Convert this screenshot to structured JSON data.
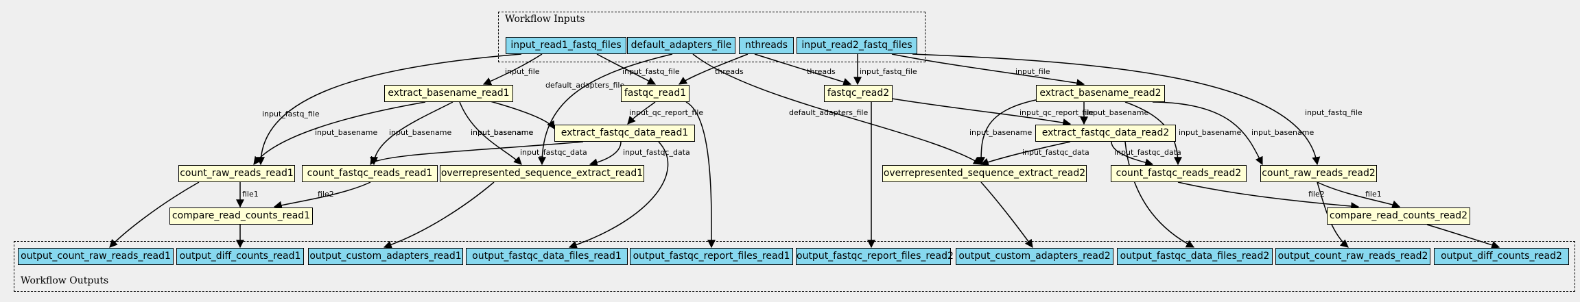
{
  "clusters": {
    "inputs_label": "Workflow Inputs",
    "outputs_label": "Workflow Outputs"
  },
  "colors": {
    "input_fill": "#87d8ef",
    "step_fill": "#ffffd5",
    "output_fill": "#87d8ef",
    "background": "#efefef"
  },
  "inputs": {
    "read1": "input_read1_fastq_files",
    "adapters": "default_adapters_file",
    "nthreads": "nthreads",
    "read2": "input_read2_fastq_files"
  },
  "steps": {
    "extract_basename_read1": "extract_basename_read1",
    "fastqc_read1": "fastqc_read1",
    "fastqc_read2": "fastqc_read2",
    "extract_basename_read2": "extract_basename_read2",
    "extract_fastqc_data_read1": "extract_fastqc_data_read1",
    "extract_fastqc_data_read2": "extract_fastqc_data_read2",
    "count_raw_reads_read1": "count_raw_reads_read1",
    "count_fastqc_reads_read1": "count_fastqc_reads_read1",
    "overrep_read1": "overrepresented_sequence_extract_read1",
    "overrep_read2": "overrepresented_sequence_extract_read2",
    "count_fastqc_reads_read2": "count_fastqc_reads_read2",
    "count_raw_reads_read2": "count_raw_reads_read2",
    "compare_read1": "compare_read_counts_read1",
    "compare_read2": "compare_read_counts_read2"
  },
  "outputs": {
    "count_raw_reads_read1": "output_count_raw_reads_read1",
    "diff_counts_read1": "output_diff_counts_read1",
    "custom_adapters_read1": "output_custom_adapters_read1",
    "fastqc_data_files_read1": "output_fastqc_data_files_read1",
    "fastqc_report_files_read1": "output_fastqc_report_files_read1",
    "fastqc_report_files_read2": "output_fastqc_report_files_read2",
    "custom_adapters_read2": "output_custom_adapters_read2",
    "fastqc_data_files_read2": "output_fastqc_data_files_read2",
    "count_raw_reads_read2": "output_count_raw_reads_read2",
    "diff_counts_read2": "output_diff_counts_read2"
  },
  "edge_labels": {
    "input_file": "input_file",
    "input_fastq_file": "input_fastq_file",
    "threads": "threads",
    "default_adapters_file": "default_adapters_file",
    "input_qc_report_file": "input_qc_report_file",
    "input_basename": "input_basename",
    "input_fastqc_data": "input_fastqc_data",
    "file1": "file1",
    "file2": "file2"
  }
}
